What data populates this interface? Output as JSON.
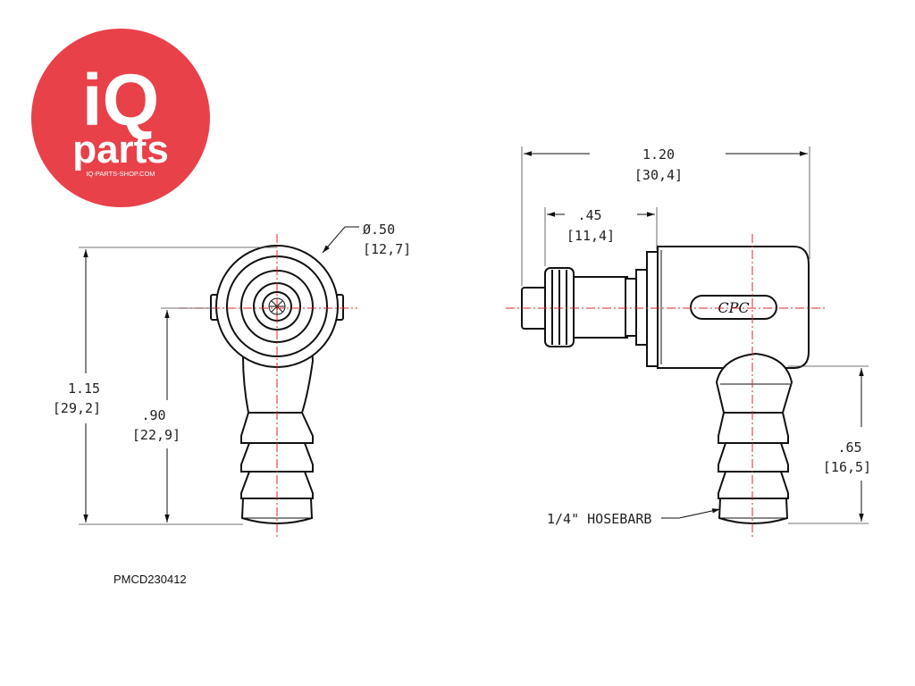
{
  "logo": {
    "line1": "iQ",
    "line2": "parts",
    "url": "IQ-PARTS-SHOP.COM",
    "color": "#e8414a"
  },
  "part_number": "PMCD230412",
  "front_view": {
    "diameter": {
      "inch": "Ø.50",
      "mm": "[12,7]"
    },
    "overall_height": {
      "inch": "1.15",
      "mm": "[29,2]"
    },
    "axis_height": {
      "inch": ".90",
      "mm": "[22,9]"
    }
  },
  "side_view": {
    "overall_length": {
      "inch": "1.20",
      "mm": "[30,4]"
    },
    "plug_length": {
      "inch": ".45",
      "mm": "[11,4]"
    },
    "barb_height": {
      "inch": ".65",
      "mm": "[16,5]"
    },
    "barb_callout": "1/4\" HOSEBARB",
    "brand_mark": "CPC"
  },
  "colors": {
    "centerline": "#e0262a",
    "line": "#111111"
  }
}
